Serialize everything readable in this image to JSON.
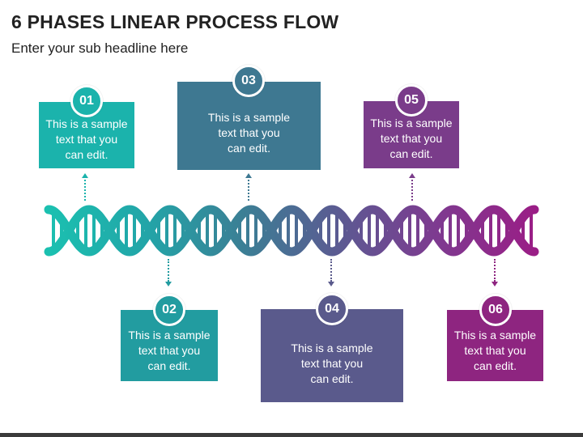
{
  "header": {
    "title": "6 PHASES LINEAR PROCESS FLOW",
    "subtitle": "Enter your sub headline here"
  },
  "phases": [
    {
      "number": "01",
      "text": "This is a sample\ntext that you\ncan edit.",
      "color": "#1bb3ac"
    },
    {
      "number": "02",
      "text": "This is a sample\ntext that you\ncan edit.",
      "color": "#229ca0"
    },
    {
      "number": "03",
      "text": "This is a sample\ntext that you\ncan edit.",
      "color": "#3e7891"
    },
    {
      "number": "04",
      "text": "This is a sample\ntext that you\ncan edit.",
      "color": "#5a5a8c"
    },
    {
      "number": "05",
      "text": "This is a sample\ntext that you\ncan edit.",
      "color": "#7a3c8a"
    },
    {
      "number": "06",
      "text": "This is a sample\ntext that you\ncan edit.",
      "color": "#8e2580"
    }
  ]
}
